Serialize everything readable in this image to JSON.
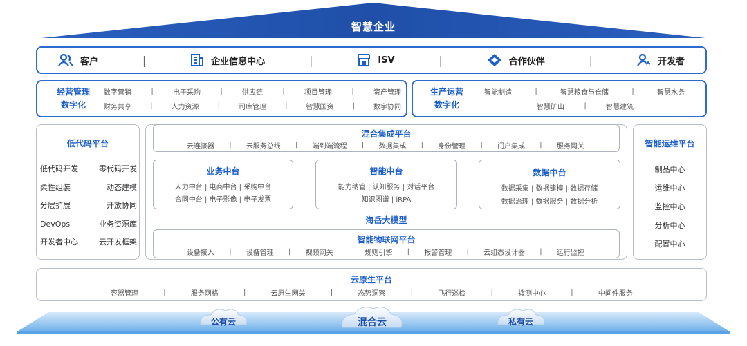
{
  "roof_title": "智慧企业",
  "audience": [
    {
      "label": "客户",
      "icon": "person-icon"
    },
    {
      "label": "企业信息中心",
      "icon": "building-icon"
    },
    {
      "label": "ISV",
      "icon": "store-icon"
    },
    {
      "label": "合作伙伴",
      "icon": "handshake-icon"
    },
    {
      "label": "开发者",
      "icon": "developer-icon"
    }
  ],
  "business_ops": {
    "title_line1": "经营管理",
    "title_line2": "数字化",
    "row1": [
      "数字营销",
      "电子采购",
      "供应链",
      "项目管理",
      "资产管理"
    ],
    "row2": [
      "财务共享",
      "人力资源",
      "司库管理",
      "智慧国资",
      "数字协同"
    ]
  },
  "production_ops": {
    "title_line1": "生产运营",
    "title_line2": "数字化",
    "row1": [
      "智能制造",
      "智慧粮食与仓储",
      "智慧水务"
    ],
    "row2": [
      "智慧矿山",
      "智慧建筑"
    ]
  },
  "low_code": {
    "title": "低代码平台",
    "items": [
      [
        "低代码开发",
        "零代码开发"
      ],
      [
        "柔性组装",
        "动态建模"
      ],
      [
        "分层扩展",
        "开放协同"
      ],
      [
        "DevOps",
        "业务资源库"
      ],
      [
        "开发者中心",
        "云开发框架"
      ]
    ]
  },
  "integration": {
    "title": "混合集成平台",
    "items": [
      "云连接器",
      "云服务总线",
      "端到端流程",
      "数据集成",
      "身份管理",
      "门户集成",
      "服务网关"
    ]
  },
  "business_center": {
    "title": "业务中台",
    "line1": "人力中台 | 电商中台 | 采购中台",
    "line2": "合同中台 | 电子影像 | 电子发票"
  },
  "ai_center": {
    "title": "智能中台",
    "line1": "能力纳管 | 认知服务 | 对话平台",
    "line2": "知识图谱 | iRPA"
  },
  "data_center": {
    "title": "数据中台",
    "line1": "数据采集 | 数据建模 | 数据存储",
    "line2": "数据治理 | 数据服务 | 数据分析"
  },
  "big_model": "海岳大模型",
  "iot": {
    "title": "智能物联网平台",
    "items": [
      "设备接入",
      "设备管理",
      "视频网关",
      "规则引擎",
      "报警管理",
      "云组态设计器",
      "运行监控"
    ]
  },
  "ops_platform": {
    "title": "智能运维平台",
    "items": [
      "制品中心",
      "运维中心",
      "监控中心",
      "分析中心",
      "配置中心"
    ]
  },
  "cloud_native": {
    "title": "云原生平台",
    "items": [
      "容器管理",
      "服务网格",
      "云原生网关",
      "态势洞察",
      "飞行巡检",
      "拨测中心",
      "中间件服务"
    ]
  },
  "clouds": [
    "公有云",
    "混合云",
    "私有云"
  ],
  "colors": {
    "primary": "#2d6bd1",
    "roof_dark": "#1f4fa8",
    "roof_light": "#3f7be0",
    "base": "#6fb0ea"
  }
}
